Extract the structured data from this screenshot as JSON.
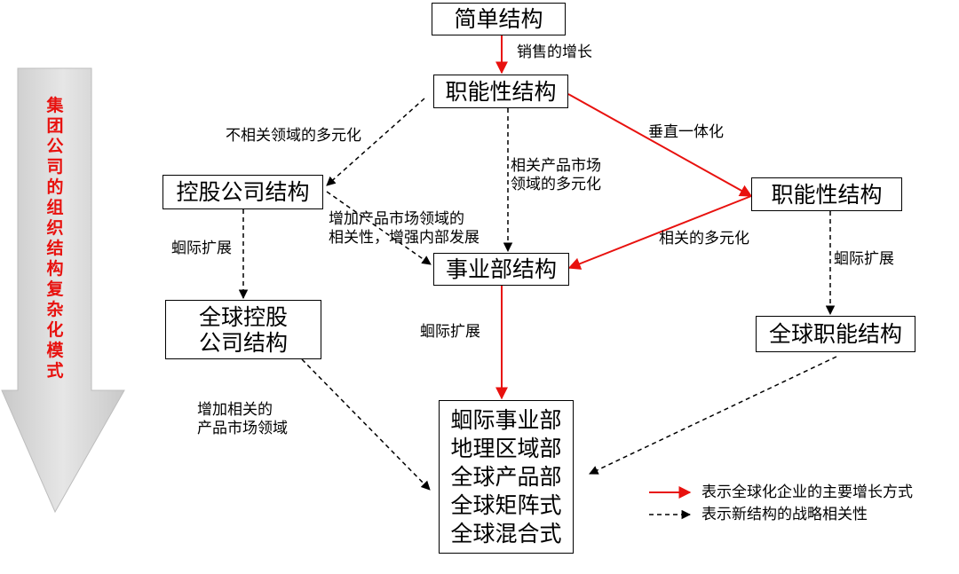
{
  "side_label": [
    "集",
    "团",
    "公",
    "司",
    "的",
    "组",
    "织",
    "结",
    "构",
    "复",
    "杂",
    "化",
    "模",
    "式"
  ],
  "boxes": {
    "simple": "简单结构",
    "functional_top": "职能性结构",
    "holding": "控股公司结构",
    "functional_right": "职能性结构",
    "division": "事业部结构",
    "global_holding": [
      "全球控股",
      "公司结构"
    ],
    "global_functional": "全球职能结构",
    "final": [
      "蛔际事业部",
      "地理区域部",
      "全球产品部",
      "全球矩阵式",
      "全球混合式"
    ]
  },
  "labels": {
    "sales_growth": "销售的增长",
    "unrelated_diversification": "不相关领域的多元化",
    "related_product_market": [
      "相关产品市场",
      "领域的多元化"
    ],
    "vertical_integration": "垂直一体化",
    "increase_relatedness": [
      "增加产品市场领域的",
      "相关性，增强内部发展"
    ],
    "related_diversification": "相关的多元化",
    "intl_expansion_left": "蛔际扩展",
    "intl_expansion_right": "蛔际扩展",
    "intl_expansion_center": "蛔际扩展",
    "increase_related_markets": [
      "增加相关的",
      "产品市场领域"
    ]
  },
  "legend": {
    "solid": "表示全球化企业的主要增长方式",
    "dashed": "表示新结构的战略相关性"
  },
  "colors": {
    "growth_arrow": "#e8110e",
    "side_text": "#e8110e",
    "big_arrow": "#d4d4d4"
  }
}
